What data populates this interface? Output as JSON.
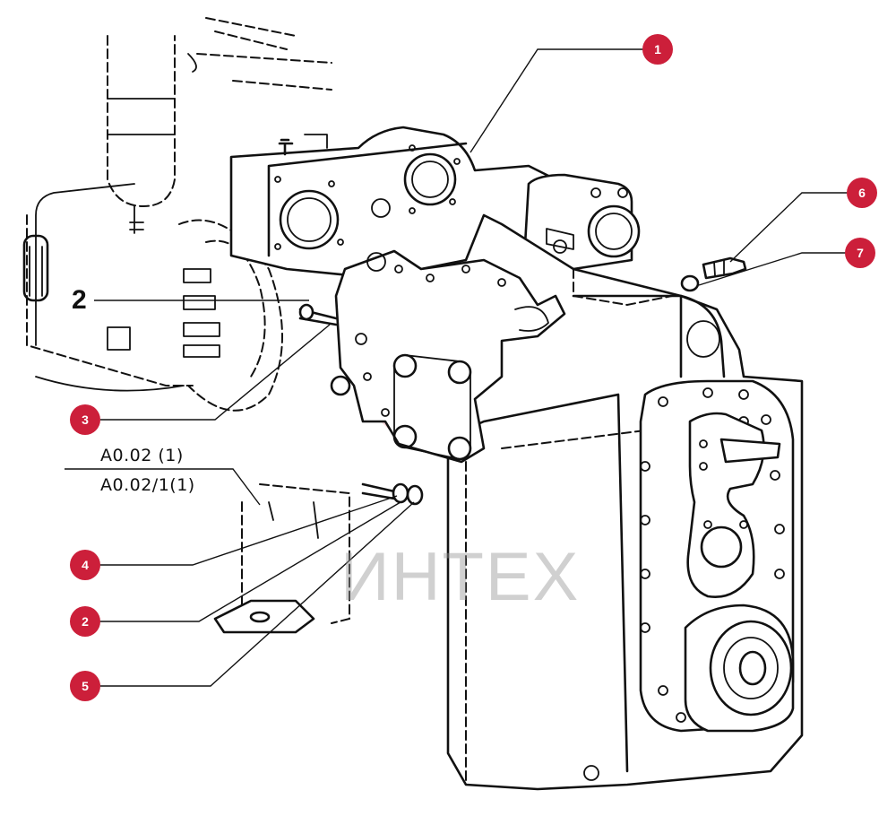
{
  "diagram": {
    "callouts": [
      "1",
      "2",
      "3",
      "4",
      "2",
      "5",
      "6",
      "7"
    ],
    "engine_label": "2",
    "ref_codes": [
      "A0.02 (1)",
      "A0.02/1(1)"
    ],
    "watermark": "ИНТЕХ",
    "colors": {
      "callout_fill": "#cc1f3a",
      "callout_text": "#ffffff",
      "ink": "#111111",
      "watermark": "#f2b6bd"
    }
  }
}
